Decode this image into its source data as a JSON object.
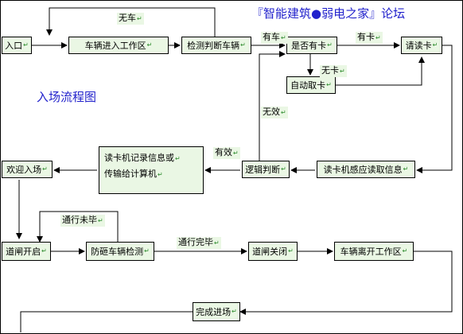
{
  "header": {
    "forum_title": "『智能建筑●弱电之家』论坛",
    "flow_title": "入场流程图"
  },
  "nodes": {
    "entrance": "入口",
    "enter_work_area": "车辆进入工作区",
    "detect_vehicle": "检测判断车辆",
    "has_card": "是否有卡",
    "read_card": "请读卡",
    "auto_card": "自动取卡",
    "reader_sense": "读卡机感应读取信息",
    "logic_judge": "逻辑判断",
    "record_info_l1": "读卡机记录信息或",
    "record_info_l2": "传输给计算机",
    "welcome": "欢迎入场",
    "gate_open": "道闸开启",
    "anti_smash": "防砸车辆检测",
    "gate_close": "道闸关闭",
    "leave_area": "车辆离开工作区",
    "complete": "完成进场"
  },
  "edge_labels": {
    "no_car": "无车",
    "has_car": "有车",
    "card_yes": "有卡",
    "card_no": "无卡",
    "invalid": "无效",
    "valid": "有效",
    "pass_not_done": "通行未毕",
    "pass_done": "通行完毕"
  },
  "marker": "↵"
}
